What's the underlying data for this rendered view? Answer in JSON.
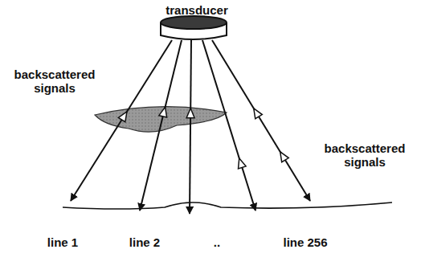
{
  "diagram": {
    "labels": [
      "transducer",
      "backscattered signals",
      "backscattered signals",
      "line 1",
      "line 2",
      "..",
      "line 256"
    ]
  }
}
